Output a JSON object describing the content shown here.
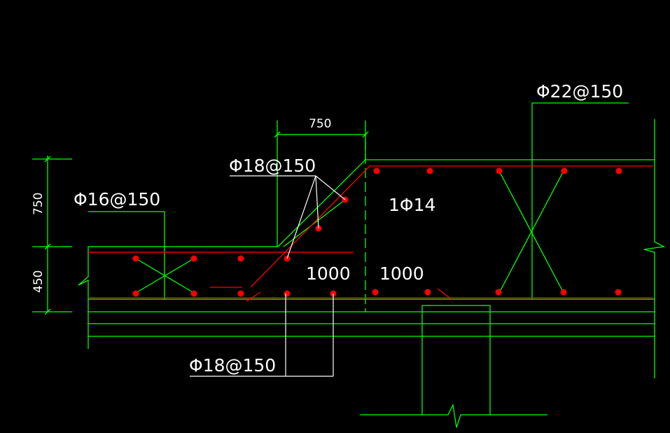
{
  "labels": {
    "top_dim": "750",
    "left_dim_upper": "750",
    "left_dim_lower": "450",
    "rebar_22": "Φ22@150",
    "rebar_18_upper": "Φ18@150",
    "rebar_16": "Φ16@150",
    "rebar_14": "1Φ14",
    "span_left": "1000",
    "span_right": "1000",
    "rebar_18_lower": "Φ18@150"
  },
  "colors": {
    "background": "#000000",
    "outline": "#00ff00",
    "rebar": "#ff0000",
    "leader": "#ffffff",
    "text": "#ffffff"
  }
}
